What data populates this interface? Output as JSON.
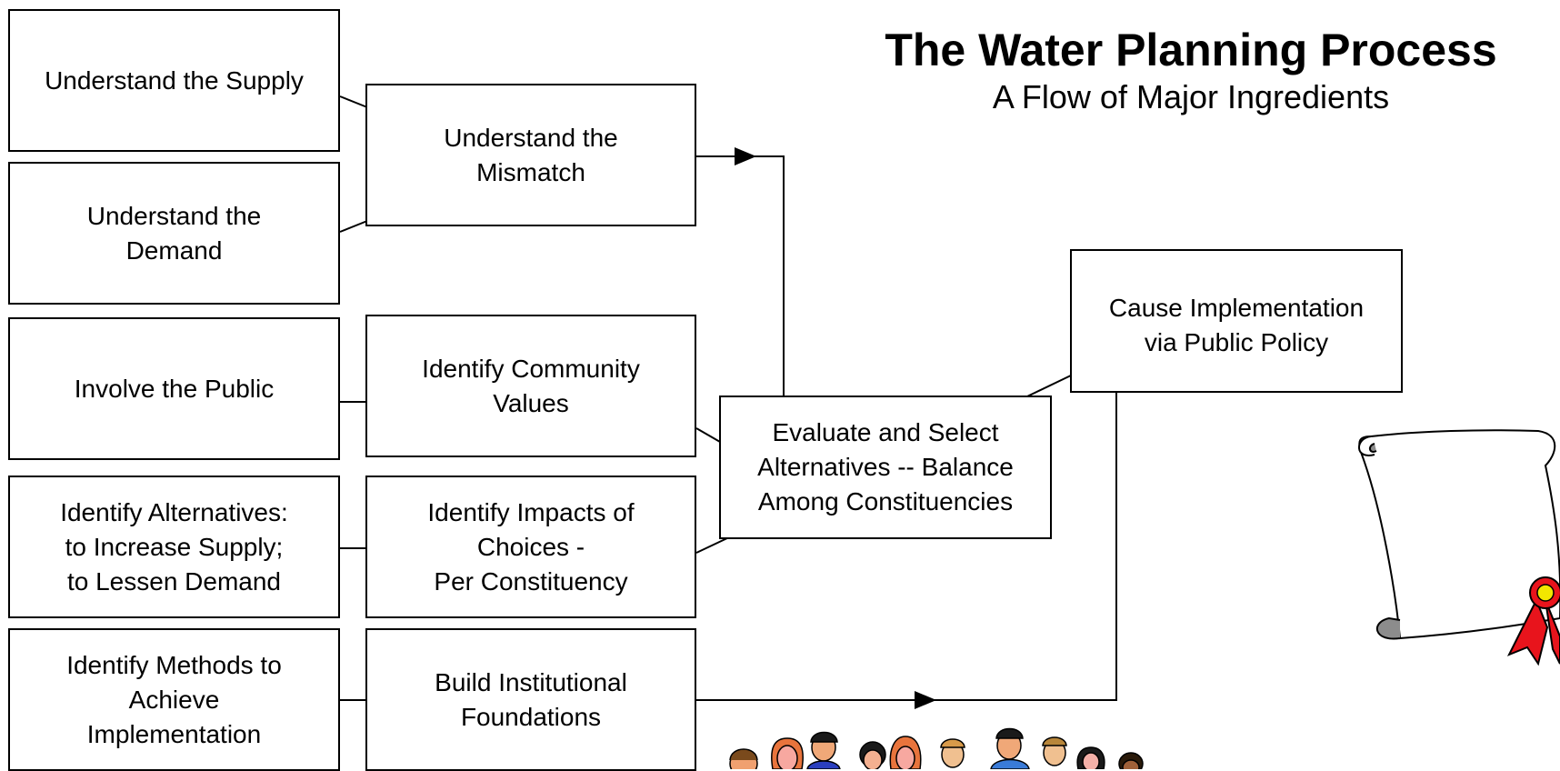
{
  "title": "The Water Planning Process",
  "subtitle": "A Flow of Major Ingredients",
  "boxes": {
    "understand_supply": "Understand the Supply",
    "understand_demand": "Understand the\nDemand",
    "involve_public": "Involve the Public",
    "identify_alternatives": "Identify Alternatives:\nto Increase Supply;\nto Lessen Demand",
    "identify_methods": "Identify Methods to\nAchieve\nImplementation",
    "understand_mismatch": "Understand the\nMismatch",
    "community_values": "Identify Community\nValues",
    "impacts_of_choices": "Identify Impacts of\nChoices -\nPer Constituency",
    "institutional_foundations": "Build Institutional\nFoundations",
    "evaluate_select": "Evaluate and Select\nAlternatives -- Balance\nAmong Constituencies",
    "cause_implementation": "Cause Implementation\nvia Public Policy"
  },
  "icons": {
    "scroll": "policy-scroll-icon",
    "ribbon": "award-ribbon-icon",
    "people": "community-people-icon"
  },
  "colors": {
    "ribbon_red": "#e8141c",
    "seal_yellow": "#f2e600",
    "scroll_gray": "#8c8c8c"
  }
}
